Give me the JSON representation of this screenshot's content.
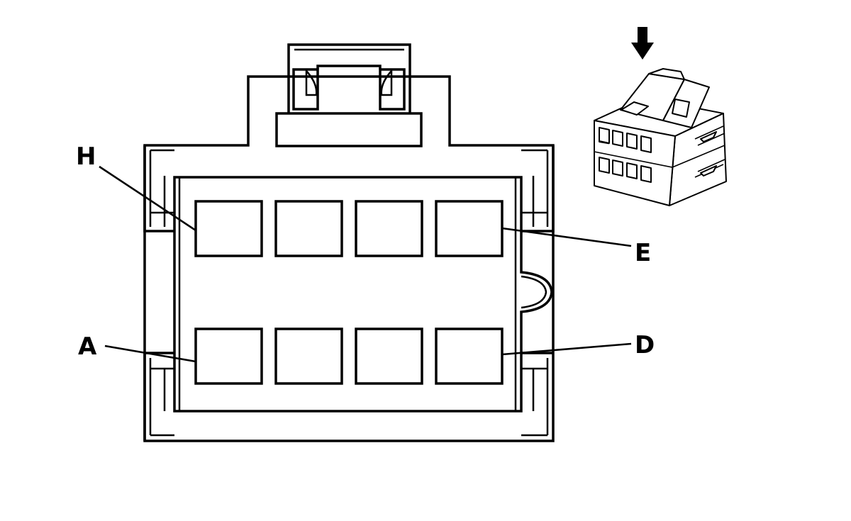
{
  "diagram": {
    "labels": {
      "top_left": "H",
      "top_right": "E",
      "bottom_left": "A",
      "bottom_right": "D"
    },
    "cavity_rows": 2,
    "cavities_per_row": 4,
    "detail_view_indicator": "arrow-down-icon",
    "line_color": "#000000",
    "background_color": "#ffffff"
  }
}
